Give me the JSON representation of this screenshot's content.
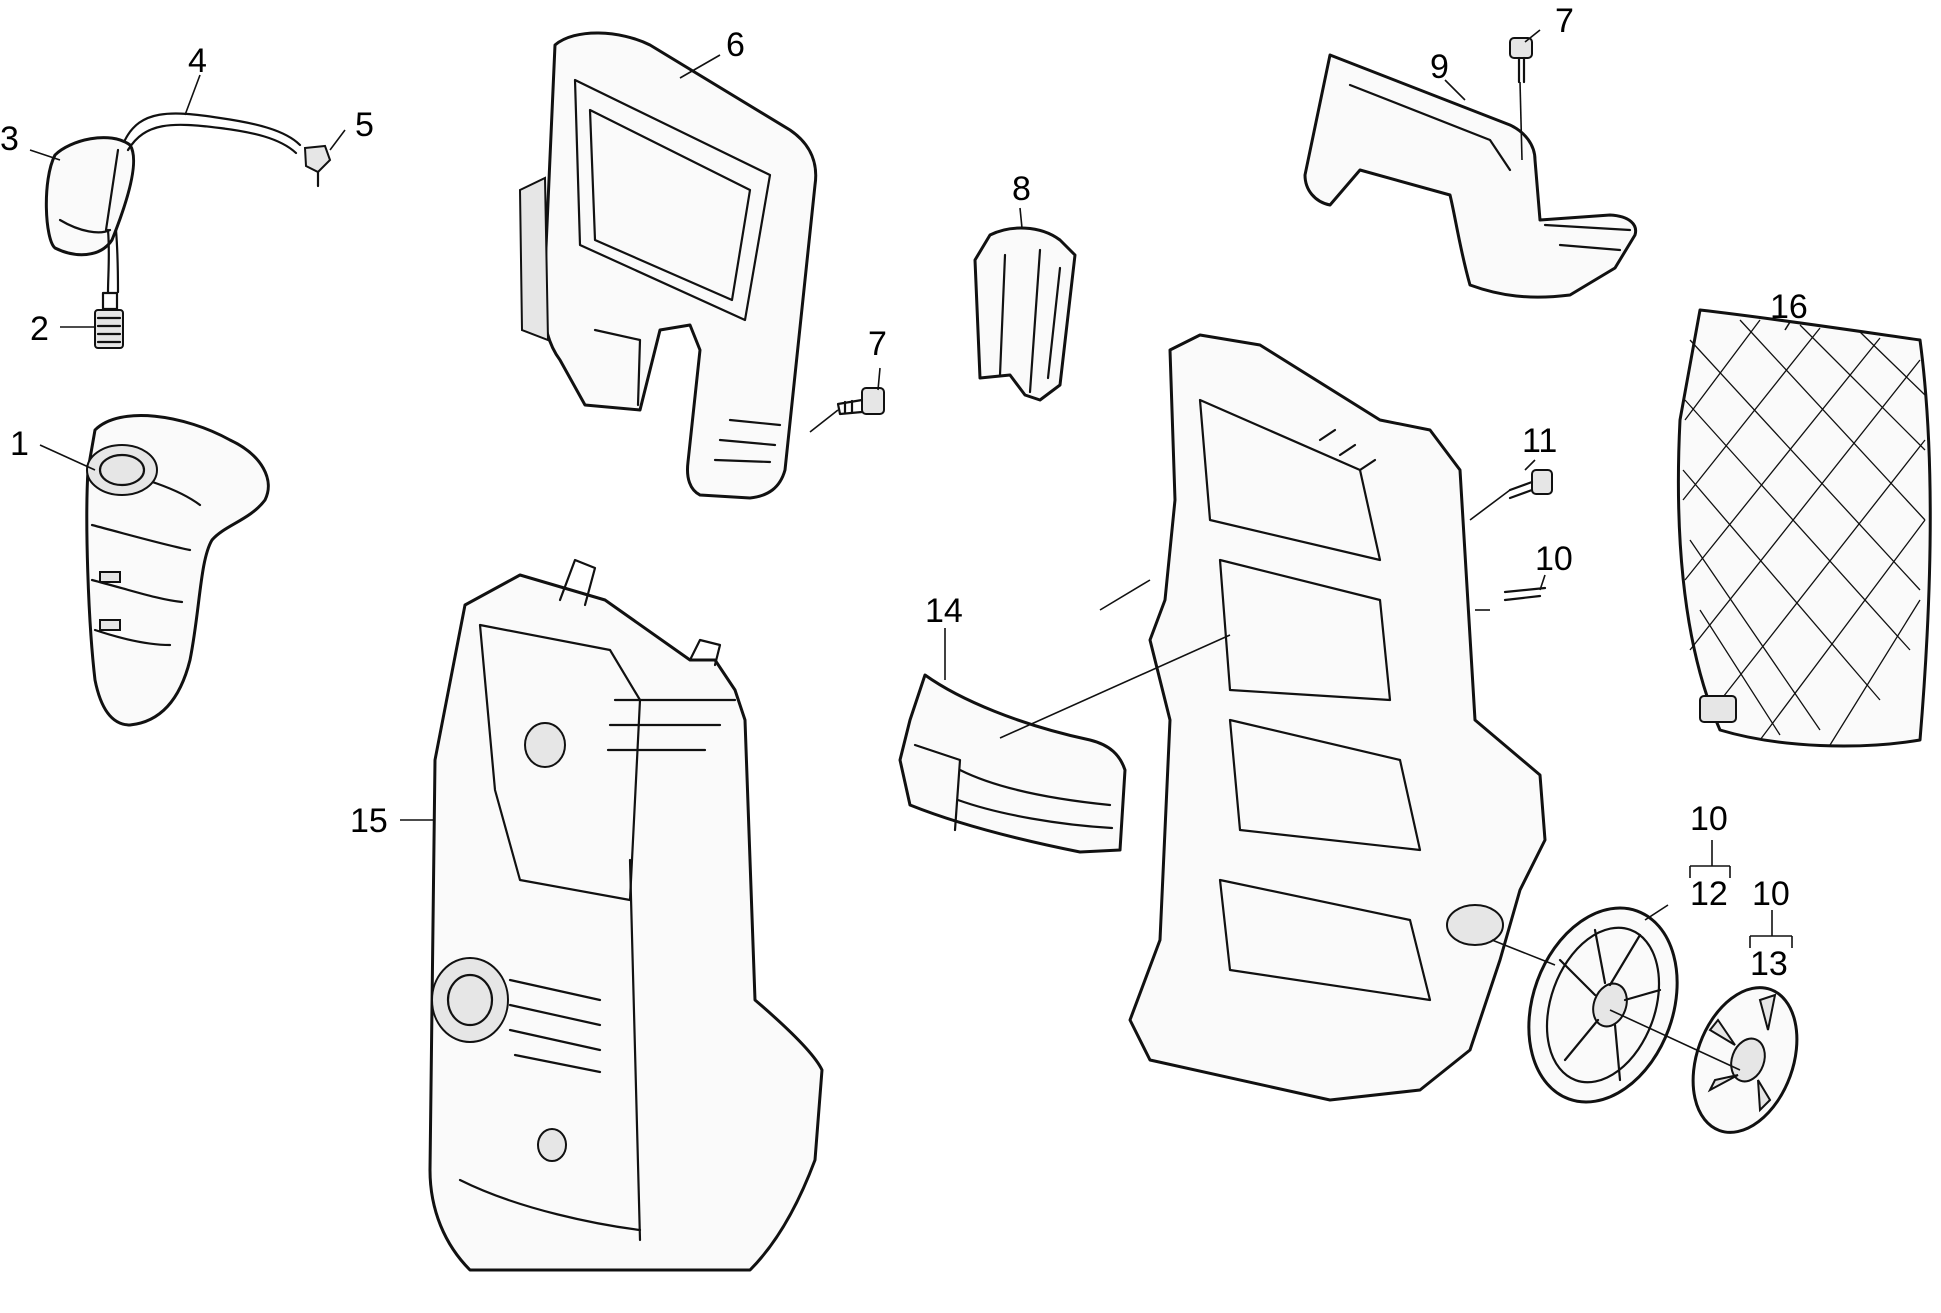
{
  "callouts": [
    {
      "id": "c1",
      "text": "1"
    },
    {
      "id": "c2",
      "text": "2"
    },
    {
      "id": "c3",
      "text": "3"
    },
    {
      "id": "c4",
      "text": "4"
    },
    {
      "id": "c5",
      "text": "5"
    },
    {
      "id": "c6",
      "text": "6"
    },
    {
      "id": "c7a",
      "text": "7"
    },
    {
      "id": "c7b",
      "text": "7"
    },
    {
      "id": "c8",
      "text": "8"
    },
    {
      "id": "c9",
      "text": "9"
    },
    {
      "id": "c10a",
      "text": "10"
    },
    {
      "id": "c10b",
      "text": "10"
    },
    {
      "id": "c10c",
      "text": "10"
    },
    {
      "id": "c11",
      "text": "11"
    },
    {
      "id": "c12",
      "text": "12"
    },
    {
      "id": "c13",
      "text": "13"
    },
    {
      "id": "c14",
      "text": "14"
    },
    {
      "id": "c15",
      "text": "15"
    },
    {
      "id": "c16",
      "text": "16"
    }
  ]
}
